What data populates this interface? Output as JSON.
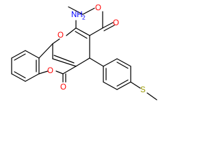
{
  "molecule": {
    "atom_labels": {
      "amino_n": "NH",
      "amino_sub": "2",
      "ester_carbonyl_o": "O",
      "ester_ether_o": "O",
      "pyran_o": "O",
      "lactone_o": "O",
      "lactone_carbonyl_o": "O",
      "thioether_s": "S"
    },
    "colors": {
      "bond": "#000000",
      "oxygen": "#ff0000",
      "nitrogen": "#0000ff",
      "sulfur": "#999900"
    }
  }
}
